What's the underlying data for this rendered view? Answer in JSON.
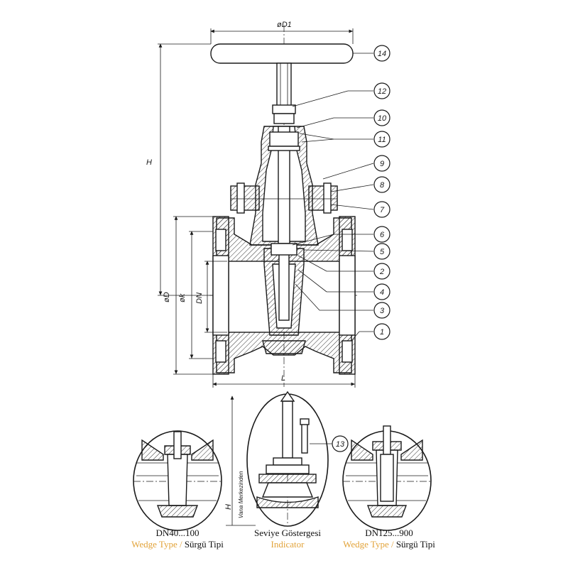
{
  "dimensions": {
    "d1": "øD1",
    "h": "H",
    "d": "øD",
    "k": "øk",
    "dn": "DN",
    "l": "L",
    "h_small": "H"
  },
  "vertical_note": "Vana Merkezinden",
  "callouts": [
    "1",
    "2",
    "3",
    "4",
    "5",
    "6",
    "7",
    "8",
    "9",
    "10",
    "11",
    "12",
    "13",
    "14"
  ],
  "captions": {
    "left": {
      "size": "DN40...100",
      "type_en": "Wedge Type /",
      "type_tr": " Sürgü Tipi"
    },
    "middle": {
      "title": "Seviye Göstergesi",
      "subtitle": "Indicator"
    },
    "right": {
      "size": "DN125...900",
      "type_en": "Wedge Type /",
      "type_tr": " Sürgü Tipi"
    }
  },
  "colors": {
    "line": "#1a1a1a",
    "accent": "#e2a33a",
    "background": "#ffffff"
  }
}
